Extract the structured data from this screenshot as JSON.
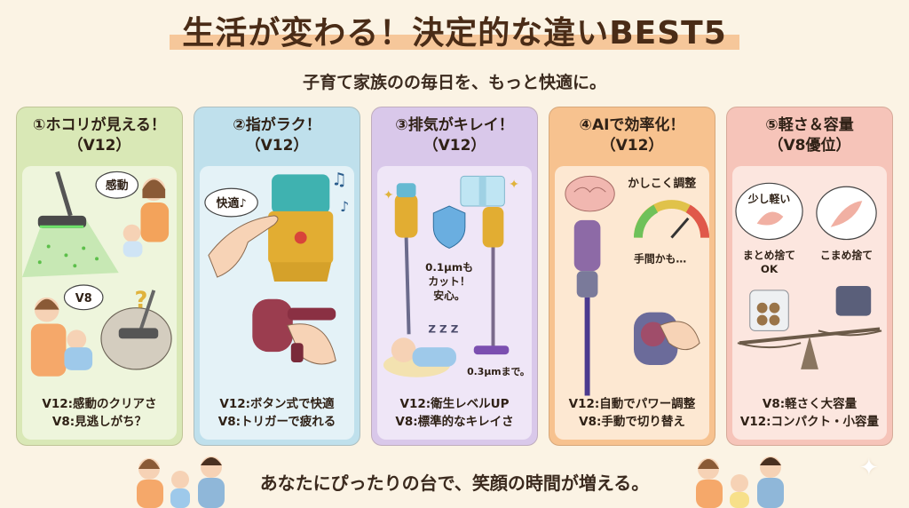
{
  "header": {
    "title": "生活が変わる！決定的な違いBEST5",
    "subtitle": "子育て家族のの毎日を、もっと快適に。"
  },
  "cards": [
    {
      "heading_line1": "①ホコリが見える！",
      "heading_line2": "（V12）",
      "bubbles": [
        "感動",
        "V8"
      ],
      "caption_line1": "V12:感動のクリアさ",
      "caption_line2": "V8:見逃しがち？"
    },
    {
      "heading_line1": "②指がラク！",
      "heading_line2": "（V12）",
      "bubbles": [
        "快適♪"
      ],
      "caption_line1": "V12:ボタン式で快適",
      "caption_line2": "V8:トリガーで疲れる"
    },
    {
      "heading_line1": "③排気がキレイ！",
      "heading_line2": "（V12）",
      "labels": [
        "0.1μmも",
        "カット！",
        "安心。",
        "0.3μmまで。",
        "Z Z Z"
      ],
      "caption_line1": "V12:衛生レベルUP",
      "caption_line2": "V8:標準的なキレイさ"
    },
    {
      "heading_line1": "④AIで効率化！",
      "heading_line2": "（V12）",
      "labels": [
        "かしこく調整",
        "手間かも…"
      ],
      "caption_line1": "V12:自動でパワー調整",
      "caption_line2": "V8:手動で切り替え"
    },
    {
      "heading_line1": "⑤軽さ＆容量",
      "heading_line2": "（V8優位）",
      "bubbles": [
        "少し軽い"
      ],
      "labels": [
        "まとめ捨て",
        "OK",
        "こまめ捨て"
      ],
      "caption_line1": "V8:軽さく大容量",
      "caption_line2": "V12:コンパクト・小容量"
    }
  ],
  "footer": {
    "message": "あなたにぴったりの台で、笑顔の時間が増える。"
  },
  "colors": {
    "background": "#fbf3e4",
    "card1": "#d9e8b6",
    "card2": "#bfe0ec",
    "card3": "#d9c8ea",
    "card4": "#f7c28f",
    "card5": "#f6c4b9",
    "title_highlight": "#f6c79a"
  },
  "icons": [
    "sparkle-icon",
    "vacuum-icon",
    "music-note-icon",
    "shield-icon",
    "brain-icon",
    "gauge-icon",
    "feather-icon",
    "scale-icon"
  ]
}
